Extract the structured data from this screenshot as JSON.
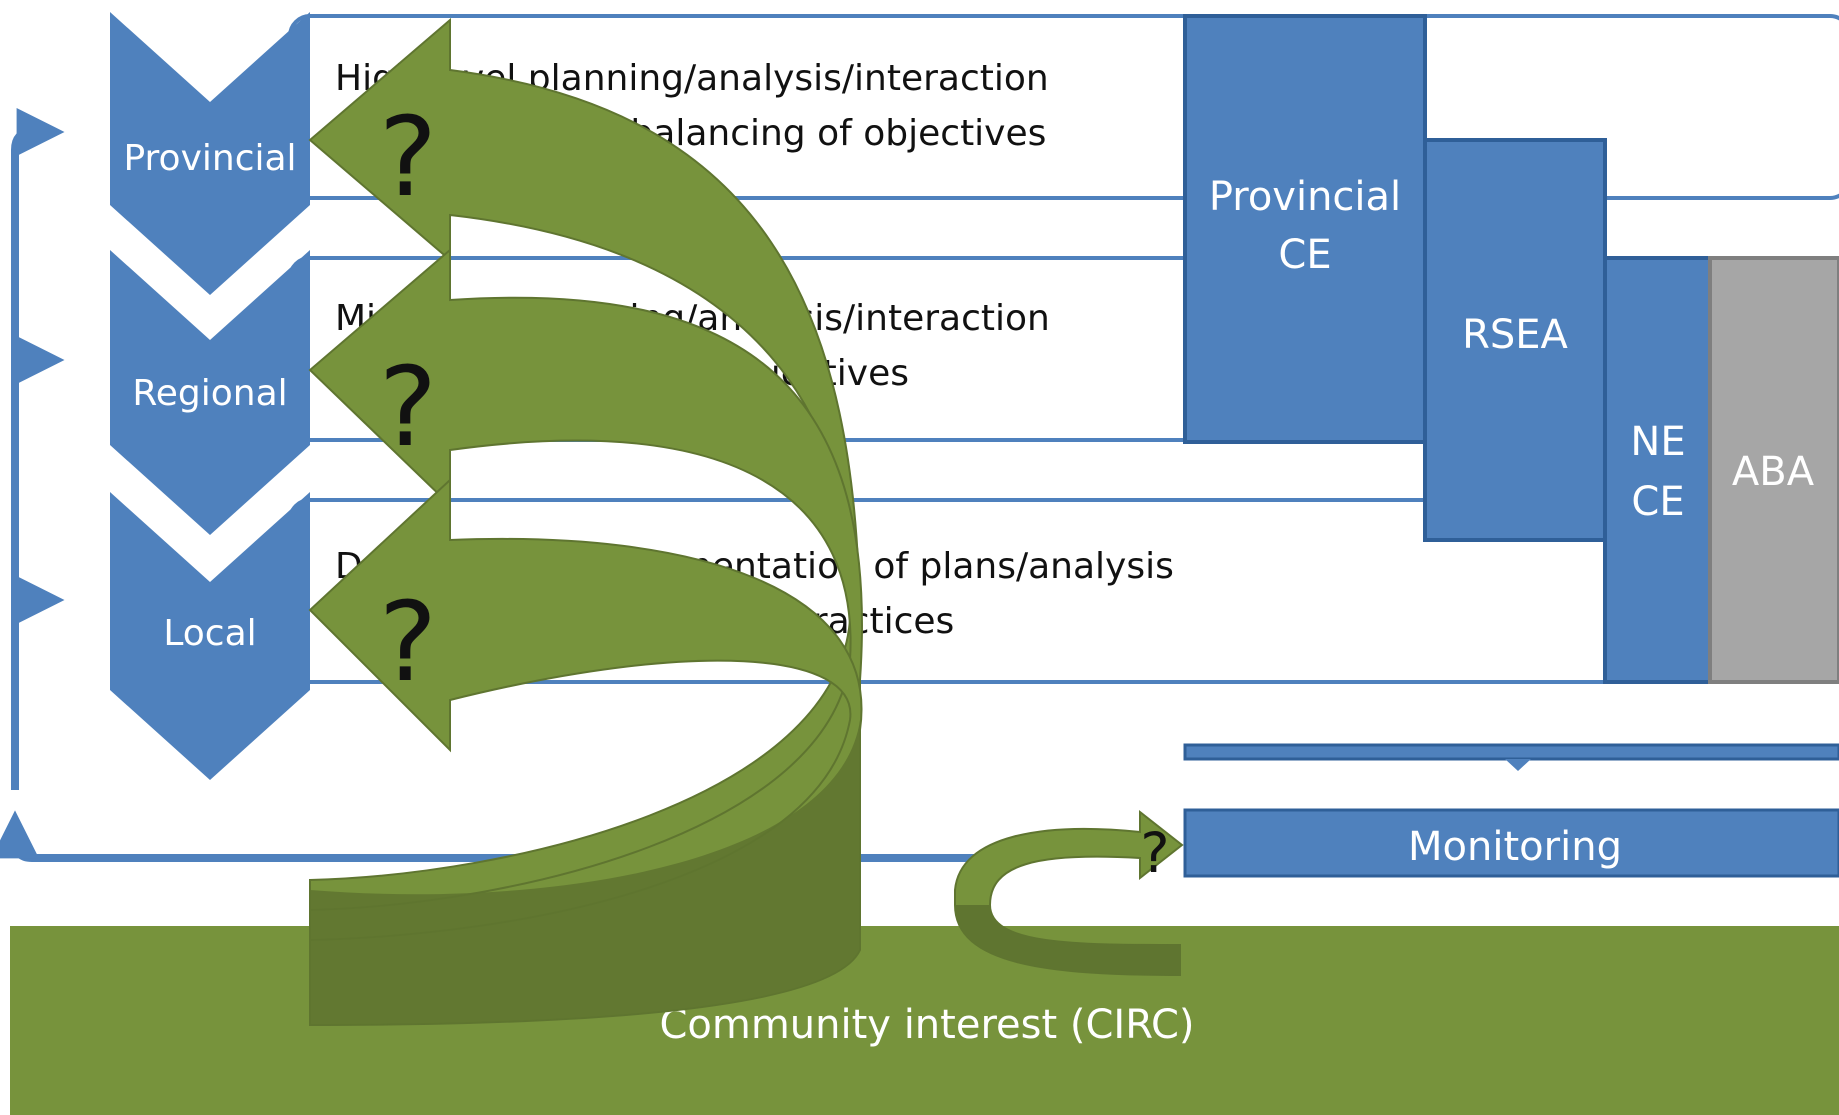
{
  "levels": [
    {
      "label": "Provincial",
      "bullet_1": "High-level planning/analysis/interaction",
      "bullet_2": "Integration, re-balancing of objectives",
      "marker": "?"
    },
    {
      "label": "Regional",
      "bullet_1": "Mid-scope planning/analysis/interaction",
      "bullet_2": "Local governments’ objectives",
      "marker": "?"
    },
    {
      "label": "Local",
      "bullet_1": "Detailed and implementation of plans/analysis",
      "bullet_2": "Operational guidelines, practices",
      "marker": "?"
    }
  ],
  "boxes": {
    "provincial_ce": [
      "Provincial",
      "CE"
    ],
    "rsea": "RSEA",
    "ne_ce": [
      "NE",
      "CE"
    ],
    "aba": "ABA",
    "monitoring": "Monitoring"
  },
  "community": {
    "label": "Community interest (CIRC)",
    "monitoring_marker": "?"
  },
  "colors": {
    "blue": "#4f81bd",
    "blue_dark": "#2f5f98",
    "green": "#77933c",
    "green_dark": "#5f7530",
    "gray": "#a6a6a6",
    "gray_dark": "#7f7f7f",
    "text_dark": "#111111",
    "white": "#ffffff"
  }
}
